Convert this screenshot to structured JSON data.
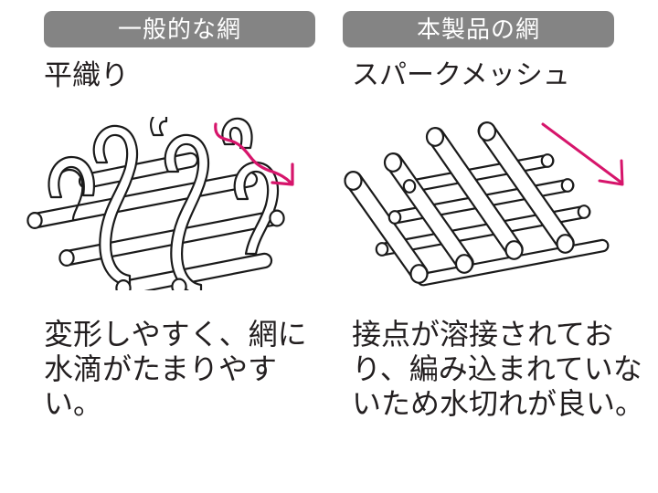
{
  "page": {
    "background_color": "#ffffff",
    "text_color": "#231f20",
    "pill_color": "#848484",
    "pill_text_color": "#ffffff",
    "arrow_color": "#d6156b",
    "wire_outline_color": "#1a1a1a"
  },
  "panels": [
    {
      "id": "general-mesh",
      "badge_label": "一般的な網",
      "subtitle": "平織り",
      "figure_name": "plain-weave-mesh-illustration",
      "arrow_name": "wavy-down-right-arrow",
      "arrow_style": "wavy",
      "description": "変形しやすく、網に水滴がたまりやすい。"
    },
    {
      "id": "product-mesh",
      "badge_label": "本製品の網",
      "subtitle": "スパークメッシュ",
      "figure_name": "welded-spark-mesh-illustration",
      "arrow_name": "straight-down-right-arrow",
      "arrow_style": "straight",
      "description": "接点が溶接されており、編み込まれていないため水切れが良い。"
    }
  ]
}
